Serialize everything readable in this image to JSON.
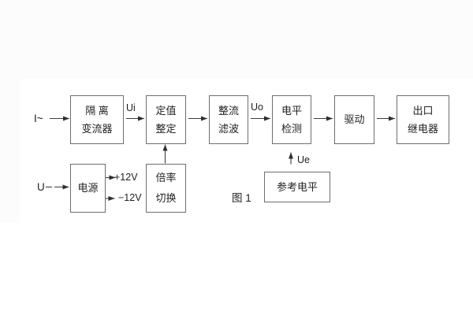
{
  "figure": {
    "caption": "图 1",
    "colors": {
      "background": "#fcfcfc",
      "panel": "#ffffff",
      "line": "#3d3d3d",
      "text": "#1f1f1f"
    }
  },
  "labels": {
    "input_current": "I~",
    "input_voltage": "U",
    "ui": "Ui",
    "uo": "Uo",
    "ue": "Ue",
    "plus12v": "+12V",
    "minus12v": "−12V"
  },
  "blocks": {
    "isolation": {
      "lines": [
        "隔 离",
        "变流器"
      ]
    },
    "setting": {
      "lines": [
        "定值",
        "整定"
      ]
    },
    "rectifier": {
      "lines": [
        "整流",
        "滤波"
      ]
    },
    "level_detector": {
      "lines": [
        "电平",
        "检测"
      ]
    },
    "driver": {
      "lines": [
        "驱动"
      ]
    },
    "output_relay": {
      "lines": [
        "出口",
        "继电器"
      ]
    },
    "power_supply": {
      "lines": [
        "电源"
      ]
    },
    "ratio_switch": {
      "lines": [
        "倍率",
        "切换"
      ]
    },
    "reference_level": {
      "lines": [
        "参考电平"
      ]
    }
  }
}
